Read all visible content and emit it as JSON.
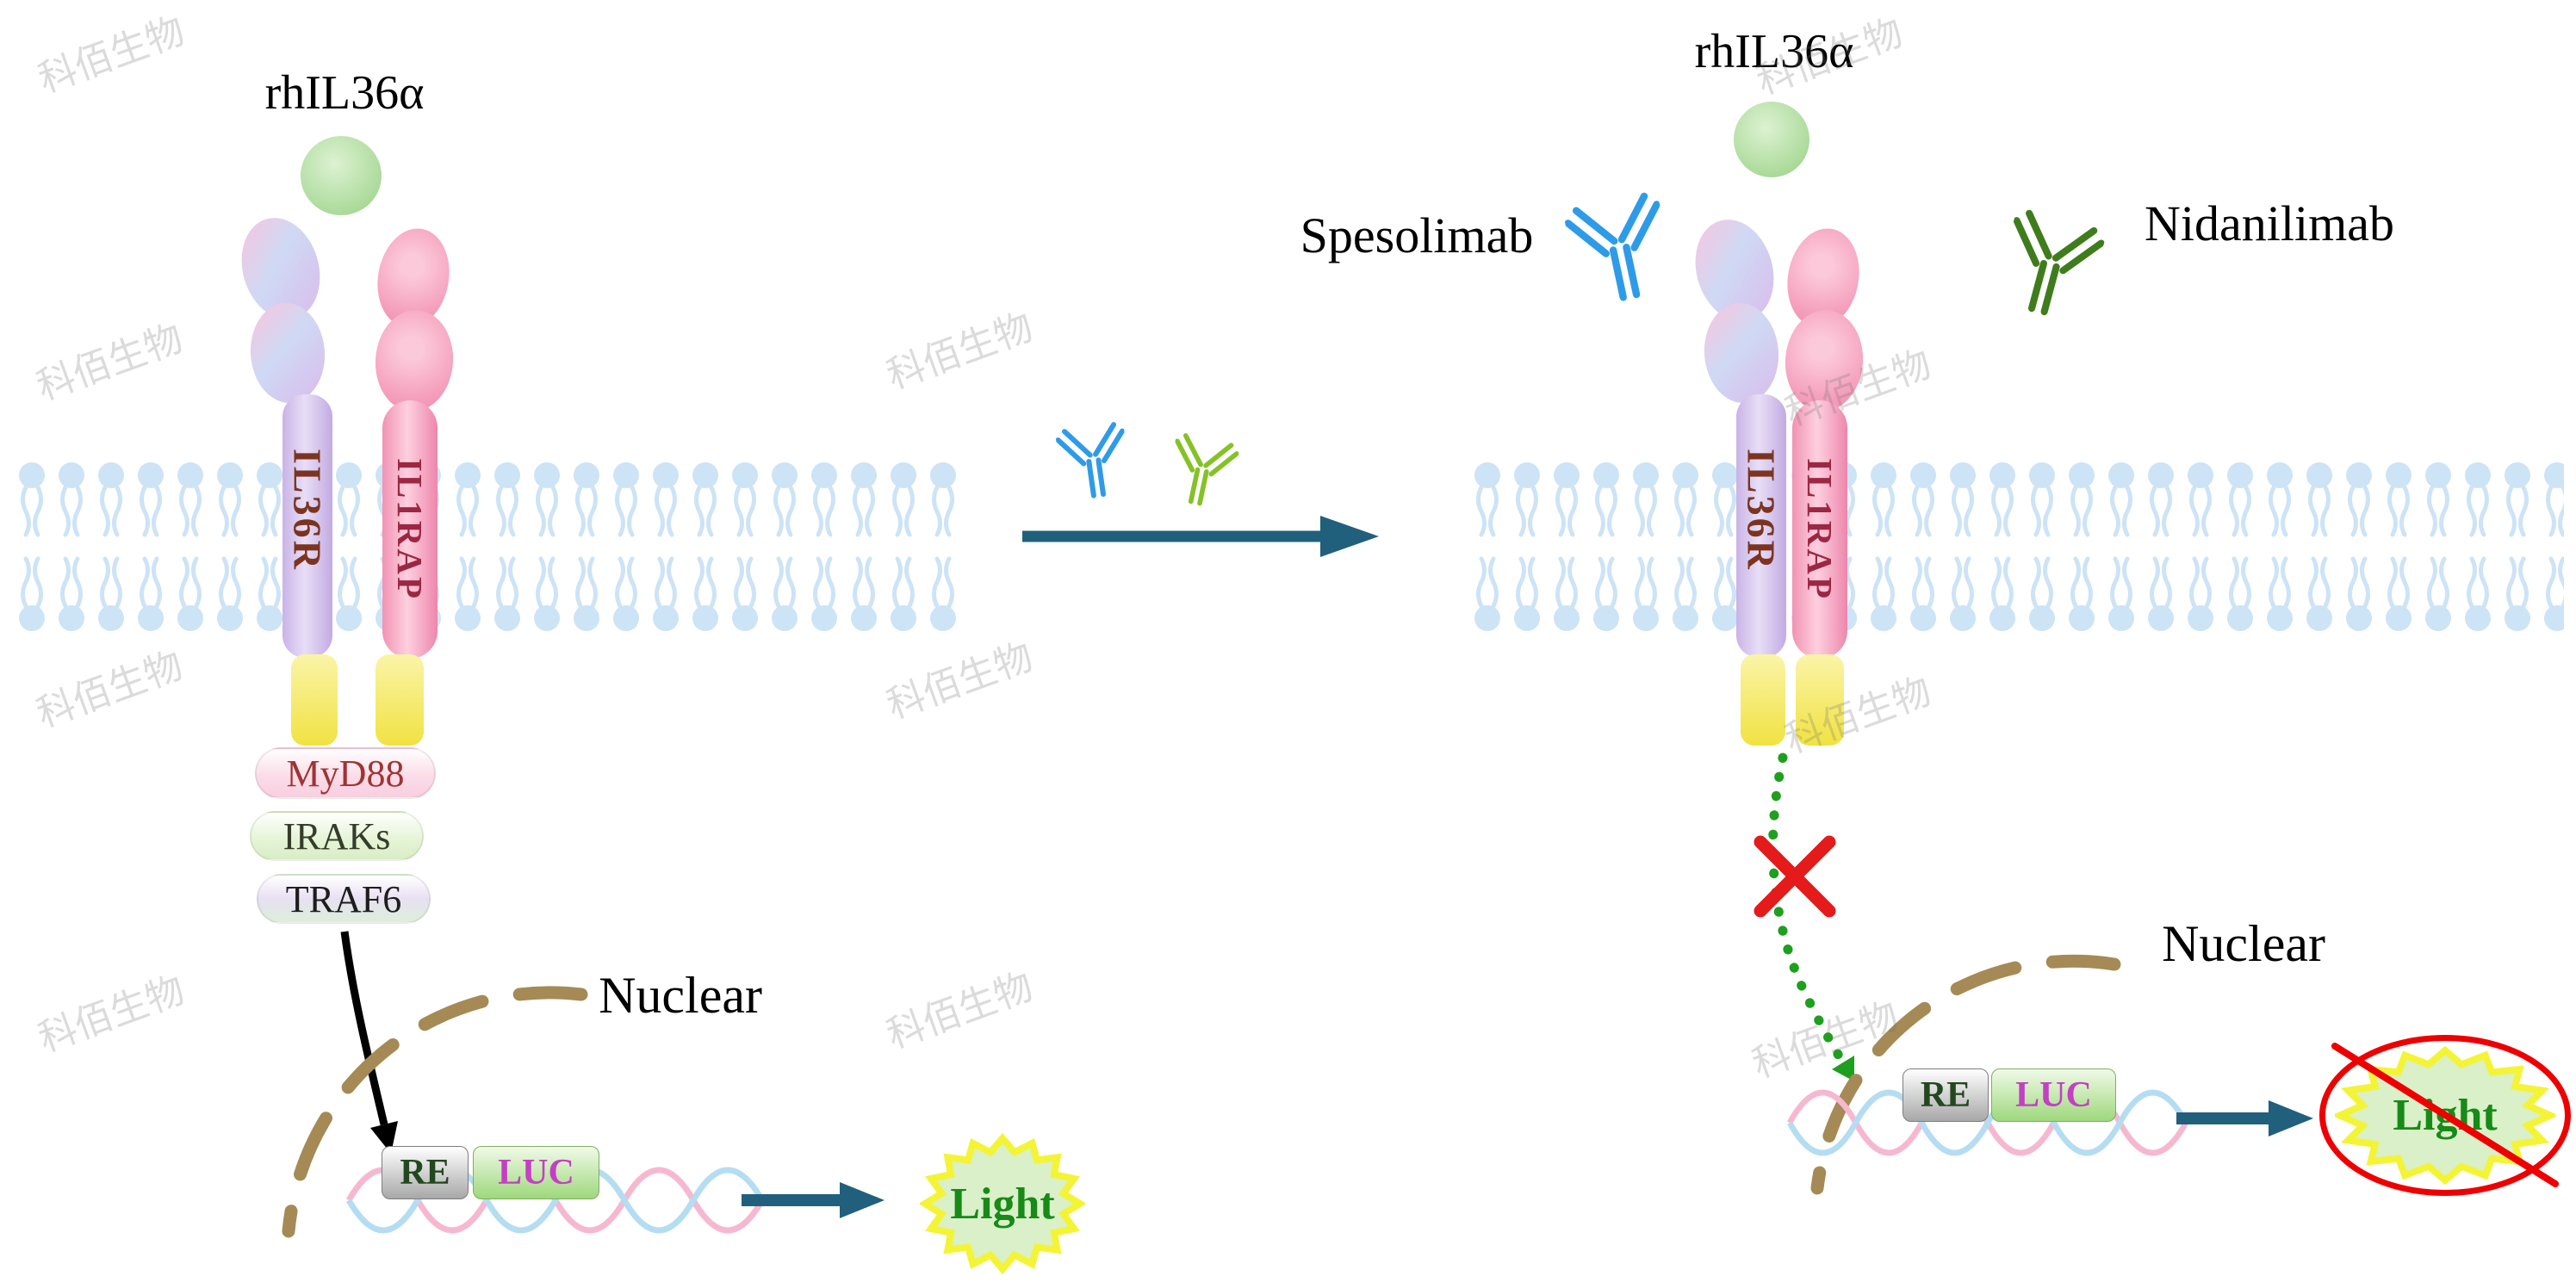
{
  "watermark_text": "科佰生物",
  "colors": {
    "membrane": "#cde3f6",
    "arrow_teal": "#20607d",
    "antibody_blue": "#2e9be8",
    "antibody_light_green": "#85c226",
    "antibody_dark_green": "#3f7d1c",
    "block_red": "#e51a1a",
    "blocked_signal_green": "#1ea01e",
    "nuclear_envelope": "#a58a56",
    "light_text_green": "#178a17",
    "star_yellow": "#f4f436"
  },
  "left_panel": {
    "ligand_label": "rhIL36α",
    "receptor_a_label": "IL36R",
    "receptor_b_label": "IL1RAP",
    "signal_boxes": [
      "MyD88",
      "IRAKs",
      "TRAF6"
    ],
    "nucleus_label": "Nuclear",
    "reporter": {
      "re": "RE",
      "luc": "LUC"
    },
    "light_label": "Light"
  },
  "right_panel": {
    "ligand_label": "rhIL36α",
    "antibody_left_label": "Spesolimab",
    "antibody_right_label": "Nidanilimab",
    "receptor_a_label": "IL36R",
    "receptor_b_label": "IL1RAP",
    "nucleus_label": "Nuclear",
    "reporter": {
      "re": "RE",
      "luc": "LUC"
    },
    "light_label": "Light"
  }
}
